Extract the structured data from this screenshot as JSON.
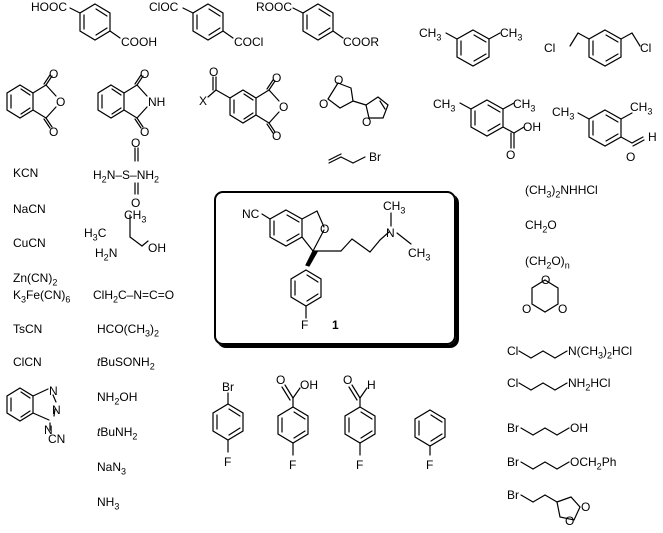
{
  "reagents": {
    "hooc": "HOOC",
    "cooh": "COOH",
    "cloc": "ClOC",
    "cocl": "COCl",
    "rooc": "ROOC",
    "coor": "COOR",
    "x": "X",
    "nh": "NH",
    "o": "O",
    "h": "H",
    "oh": "OH",
    "br": "Br",
    "f": "F",
    "cn": "CN",
    "n": "N",
    "cl": "Cl",
    "ch3": "CH3",
    "kcn": "KCN",
    "nacn": "NaCN",
    "cucn": "CuCN",
    "zn": "Zn(CN)2",
    "kfe": "K3Fe(CN)6",
    "tscn": "TsCN",
    "clcn": "ClCN",
    "sulfamide": "H2N–S–NH2",
    "h3c": "H3C",
    "h2n": "H2N",
    "isocyanate": "ClH2C–N=C=O",
    "hco": "HCO(CH3)2",
    "tbuso": "tBuSONH2",
    "nh2oh": "NH2OH",
    "tbunh2": "tBuNH2",
    "nan3": "NaN3",
    "nh3": "NH3",
    "me2nhhcl": "(CH3)2NHHCl",
    "ch2o": "CH2O",
    "paraform": "(CH2O)n",
    "amine1": "N(CH3)2HCl",
    "amine2": "NH2HCl",
    "och2ph": "OCH2Ph",
    "nc": "NC",
    "target_no": "1"
  }
}
